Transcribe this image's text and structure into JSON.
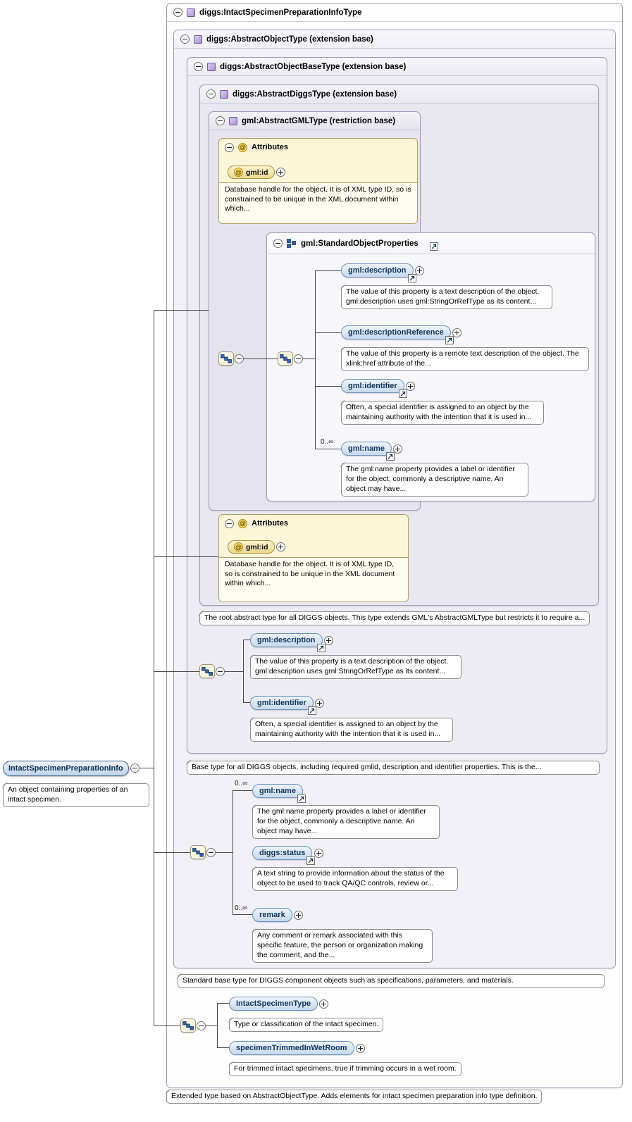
{
  "icons": {
    "attribute": "@"
  },
  "colors": {
    "pill_border": "#6d92bc",
    "pill_fill_top": "#eef4fb",
    "pill_fill_bottom": "#c6d9ee",
    "pill_text": "#10365c",
    "attributes_fill": "#fdf5d7",
    "attributes_border": "#b3a068",
    "type_icon": "#a98fd0",
    "box_border": "#9d9db5",
    "connector": "#4a4a4a"
  },
  "root_type": {
    "title": "diggs:IntactSpecimenPreparationInfoType",
    "annotation": "Extended type based on AbstractObjectType. Adds elements for intact specimen preparation info type definition."
  },
  "abstract_object": {
    "title": "diggs:AbstractObjectType (extension base)",
    "annotation": "Standard base type for DIGGS component objects such as specifications, parameters, and materials."
  },
  "abstract_object_base": {
    "title": "diggs:AbstractObjectBaseType (extension base)",
    "annotation": "Base type for all DIGGS objects, including required gmlid, description and identifier properties. This is the..."
  },
  "abstract_diggs": {
    "title": "diggs:AbstractDiggsType (extension base)",
    "annotation": "The root abstract type for all DIGGS objects. This type extends GML's AbstractGMLType but restricts it to require a..."
  },
  "abstract_gml": {
    "title": "gml:AbstractGMLType (restriction base)"
  },
  "attributes1": {
    "title": "Attributes",
    "name": "gml:id",
    "doc": "Database handle for the object. It is of XML type ID, so is constrained to be unique in the XML document within which..."
  },
  "attributes2": {
    "title": "Attributes",
    "name": "gml:id",
    "doc": "Database handle for the object. It is of XML type ID, so is constrained to be unique in the XML document within which..."
  },
  "group": {
    "title": "gml:StandardObjectProperties",
    "elements": [
      {
        "name": "gml:description",
        "doc": "The value of this property is a text description of the object. gml:description uses gml:StringOrRefType as its content..."
      },
      {
        "name": "gml:descriptionReference",
        "doc": "The value of this property is a remote text description of the object. The xlink:href attribute of the..."
      },
      {
        "name": "gml:identifier",
        "doc": "Often, a special identifier is assigned to an object by the maintaining authority with the intention that it is used in..."
      },
      {
        "name": "gml:name",
        "cardinality": "0..∞",
        "doc": "The gml:name property provides a label or identifier for the object, commonly a descriptive name. An object may have..."
      }
    ]
  },
  "base_content": {
    "elements": [
      {
        "name": "gml:description",
        "doc": "The value of this property is a text description of the object. gml:description uses gml:StringOrRefType as its content..."
      },
      {
        "name": "gml:identifier",
        "doc": "Often, a special identifier is assigned to an object by the maintaining authority with the intention that it is used in..."
      }
    ]
  },
  "object_content": {
    "elements": [
      {
        "name": "gml:name",
        "cardinality": "0..∞",
        "doc": "The gml:name property provides a label or identifier for the object, commonly a descriptive name. An object may have..."
      },
      {
        "name": "diggs:status",
        "doc": "A text string to provide information about the status of the object to be used to track QA/QC controls, review or..."
      },
      {
        "name": "remark",
        "cardinality": "0..∞",
        "doc": "Any comment or remark associated with this specific feature, the person or organization making the comment, and the..."
      }
    ]
  },
  "own_content": {
    "elements": [
      {
        "name": "IntactSpecimenType",
        "doc": "Type or classification of the intact specimen."
      },
      {
        "name": "specimenTrimmedInWetRoom",
        "doc": "For trimmed intact specimens, true if trimming occurs in a wet room."
      }
    ]
  },
  "element": {
    "name": "IntactSpecimenPreparationInfo",
    "doc": "An object containing properties of an intact specimen."
  }
}
